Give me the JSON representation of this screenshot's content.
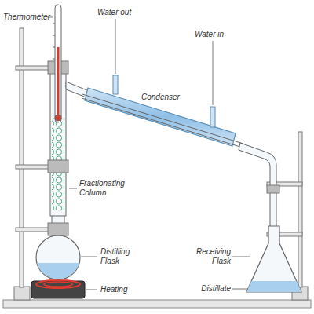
{
  "diagram": {
    "labels": [
      "Thermometer",
      "Water out",
      "Water in",
      "Condenser",
      "Fractionating Column",
      "Distilling Flask",
      "Heating",
      "Receiving Flask",
      "Distillate"
    ]
  }
}
